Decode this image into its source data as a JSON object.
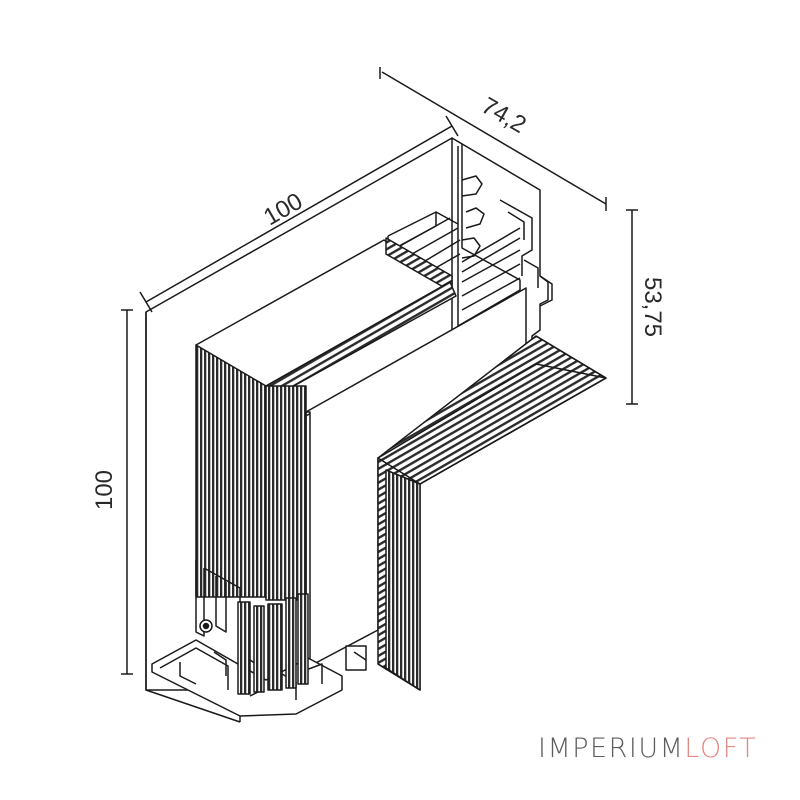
{
  "dimensions": {
    "top_length": "100",
    "depth": "74,2",
    "side_length": "100",
    "height": "53,75"
  },
  "brand": {
    "part1": "IMPERIUM",
    "part2": "LOFT",
    "color1": "#5d5d5d",
    "color2": "#e08a84"
  },
  "colors": {
    "line": "#1a1a1a",
    "fin_dark": "#2b2b2b"
  }
}
